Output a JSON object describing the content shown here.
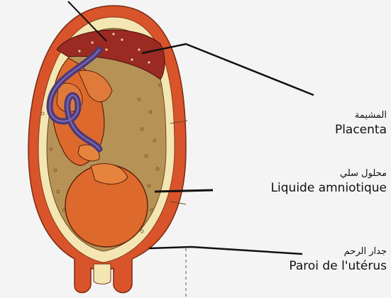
{
  "labels": {
    "placenta": {
      "ar": "المشيمة",
      "fr": "Placenta"
    },
    "liquide": {
      "ar": "محلول سلي",
      "fr": "Liquide amniotique"
    },
    "paroi": {
      "ar": "جدار الرحم",
      "fr": "Paroi de l'utérus"
    }
  },
  "colors": {
    "uterus_wall": "#d9542b",
    "uterus_inner": "#f3e6b3",
    "placenta": "#9a2a22",
    "amniotic_fluid": "#b79257",
    "fetus": "#dd6a2c",
    "umbilical_cord": "#4b3a7a",
    "leader_line": "#111111"
  }
}
